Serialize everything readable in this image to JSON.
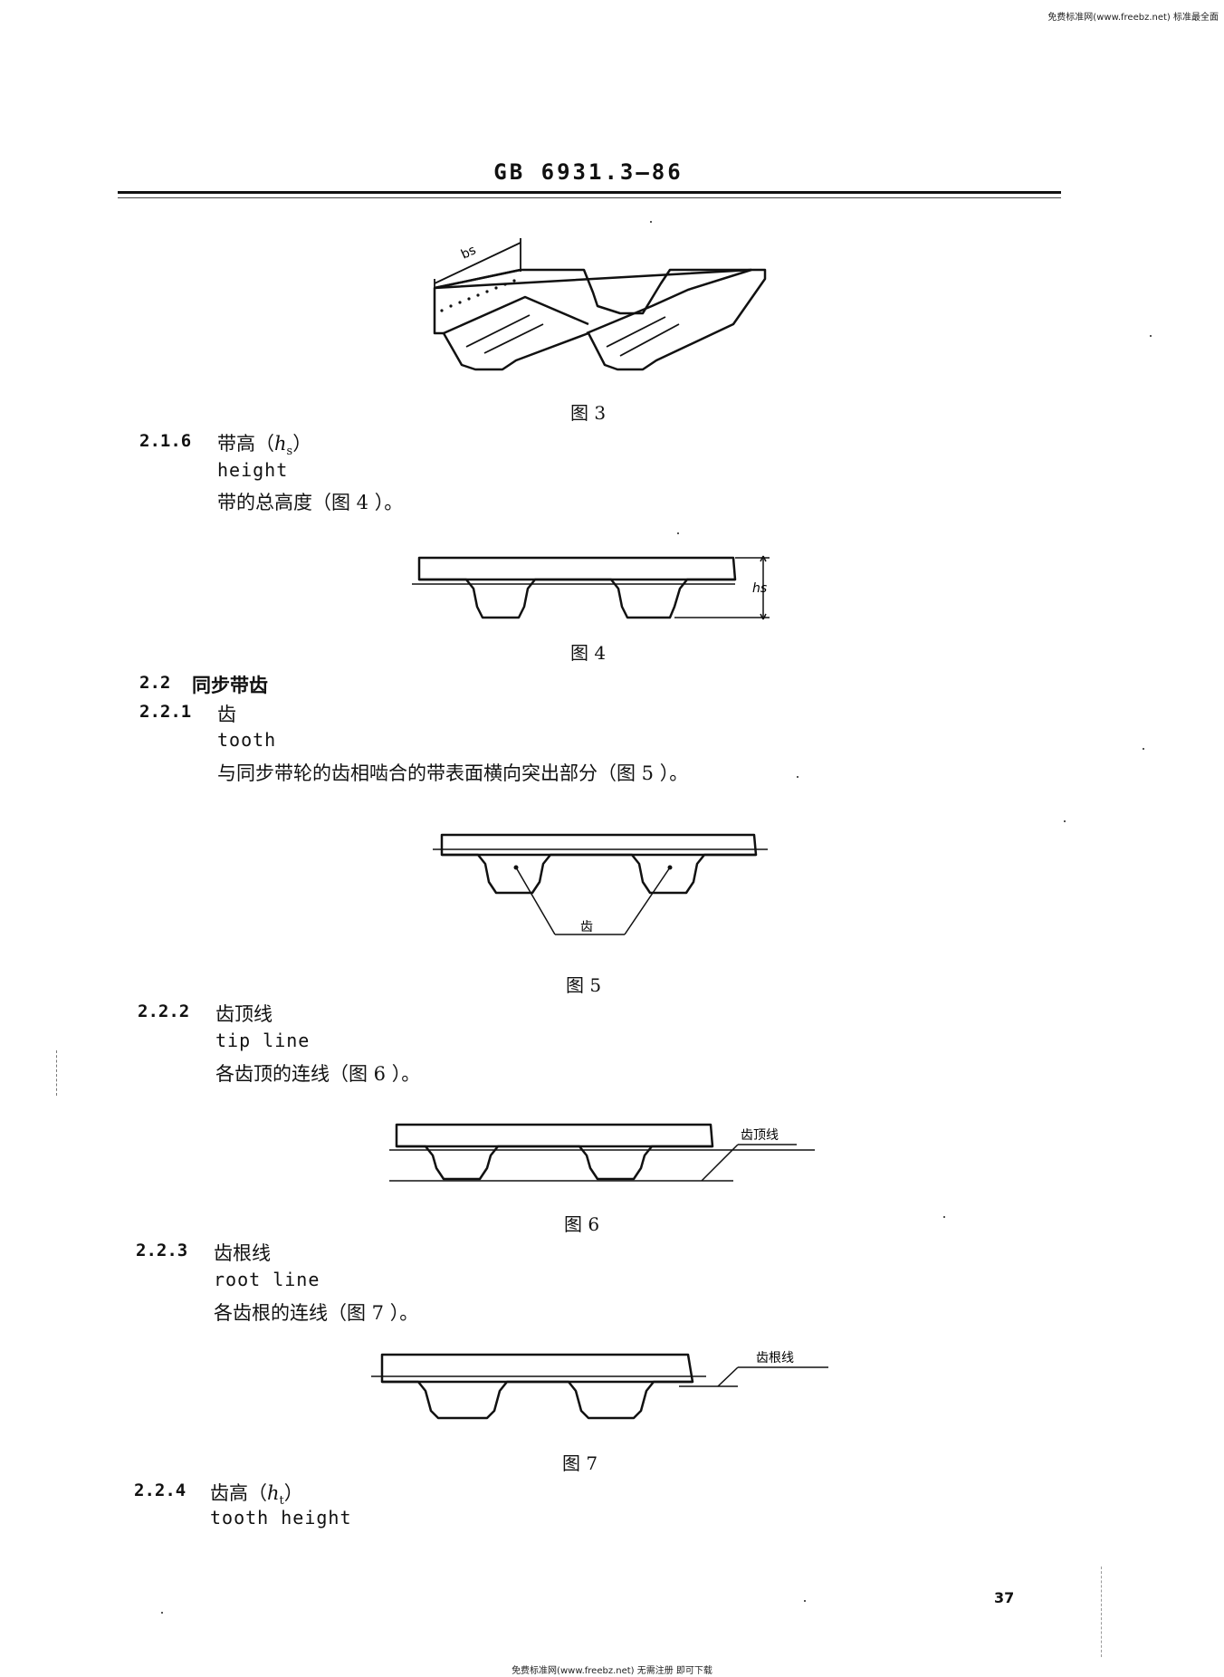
{
  "watermark_top": "免费标准网(www.freebz.net) 标准最全面",
  "watermark_bottom": "免费标准网(www.freebz.net) 无需注册 即可下载",
  "standard_code": "GB 6931.3—86",
  "figures": {
    "fig3": {
      "caption": "图 3",
      "dim_label": "bs"
    },
    "fig4": {
      "caption": "图 4",
      "dim_label": "hs"
    },
    "fig5": {
      "caption": "图 5",
      "label": "齿"
    },
    "fig6": {
      "caption": "图 6",
      "label": "齿顶线"
    },
    "fig7": {
      "caption": "图 7",
      "label": "齿根线"
    }
  },
  "sections": {
    "s216": {
      "num": "2.1.6",
      "title": "带高（",
      "symbol": "h",
      "sub": "s",
      "close": "）",
      "en": "height",
      "def": "带的总高度（图 4 ）。"
    },
    "s22": {
      "num": "2.2",
      "title": "同步带齿"
    },
    "s221": {
      "num": "2.2.1",
      "title": "齿",
      "en": "tooth",
      "def": "与同步带轮的齿相啮合的带表面横向突出部分（图 5 ）。"
    },
    "s222": {
      "num": "2.2.2",
      "title": "齿顶线",
      "en": "tip line",
      "def": "各齿顶的连线（图 6 ）。"
    },
    "s223": {
      "num": "2.2.3",
      "title": "齿根线",
      "en": "root line",
      "def": "各齿根的连线（图 7 ）。"
    },
    "s224": {
      "num": "2.2.4",
      "title": "齿高（",
      "symbol": "h",
      "sub": "t",
      "close": "）",
      "en": "tooth height"
    }
  },
  "page_number": "37"
}
